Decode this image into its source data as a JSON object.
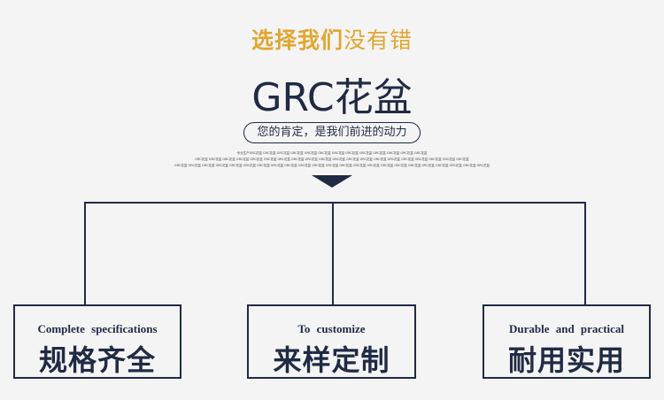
{
  "header": {
    "headline_bold": "选择我们",
    "headline_thin": "没有错",
    "product_title": "GRC花盆",
    "tagline": "您的肯定，是我们前进的动力"
  },
  "fine_print": {
    "line1": "专业生产GRC花盆 GRC花盆 GRC花盆 GRC花盆 GRC花盆 GRC花盆 GRC花盆 GRC花盆 GRC花盆 GRC花盆 GRC花盆 GRC花盆 GRC花盆",
    "line2": "GRC花盆 GRC花盆 GRC花盆 GRC花盆 GRC花盆 GRC花盆 GRC花盆 GRC花盆 GRC花盆 GRC花盆 GRC花盆 GRC花盆 GRC花盆 GRC花盆 GRC花盆 GRC花盆 GRC花盆 GRC花盆 GRC花盆 GRC花盆",
    "line3": "GRC花盆 GRC花盆 GRC花盆 GRC花盆 GRC花盆 GRC花盆 GRC花盆 GRC花盆 GRC花盆 GRC花盆 GRC花盆 GRC花盆 GRC花盆 GRC花盆 GRC花盆 GRC花盆 GRC花盆 GRC花盆 GRC花盆 GRC花盆 GRC花盆 GRC花盆 GRC花盆"
  },
  "features": [
    {
      "en": "Complete specifications",
      "zh": "规格齐全"
    },
    {
      "en": "To customize",
      "zh": "来样定制"
    },
    {
      "en": "Durable and practical",
      "zh": "耐用实用"
    }
  ],
  "colors": {
    "accent": "#e2a631",
    "navy": "#1f2a44",
    "background": "#f4f4f4"
  }
}
